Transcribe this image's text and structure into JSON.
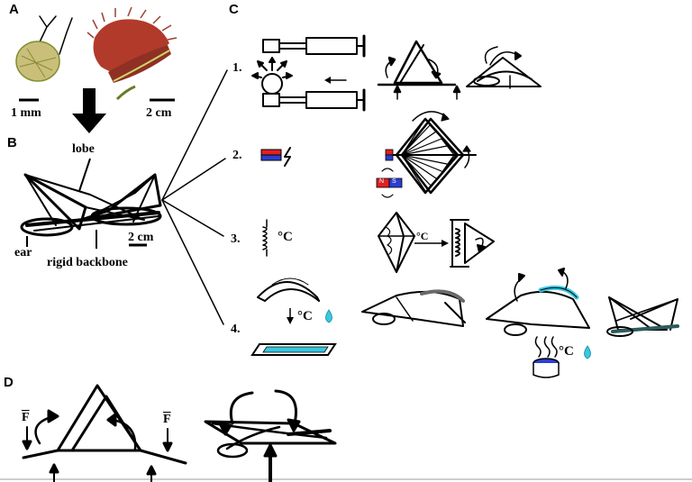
{
  "panels": {
    "a": {
      "letter": "A",
      "scale_left": "1 mm",
      "scale_right": "2 cm"
    },
    "b": {
      "letter": "B",
      "label_lobe": "lobe",
      "label_ear": "ear",
      "label_backbone": "rigid backbone",
      "scale": "2 cm"
    },
    "c": {
      "letter": "C",
      "steps": [
        {
          "number": "1."
        },
        {
          "number": "2."
        },
        {
          "number": "3.",
          "unit": "°C"
        },
        {
          "number": "4.",
          "unit": "°C"
        }
      ],
      "magnet_labels": [
        "N",
        "S"
      ],
      "heat_unit": "°C"
    },
    "d": {
      "letter": "D",
      "force_symbol": "F"
    }
  },
  "colors": {
    "ink": "#000000",
    "magnet_red": "#e02020",
    "magnet_blue": "#2a3fd0",
    "fluid_cyan": "#37c8e0",
    "plant_green": "#7f8f2f",
    "trap_red": "#b23a2a"
  },
  "icons": [
    "droplet-icon",
    "heater-icon",
    "coil-spring-icon",
    "lightning-icon"
  ]
}
